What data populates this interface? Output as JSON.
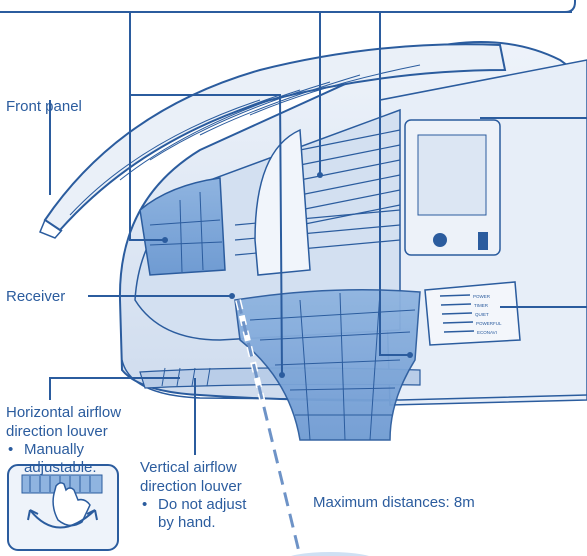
{
  "labels": {
    "front_panel": "Front panel",
    "receiver": "Receiver",
    "horizontal_louver": {
      "line1": "Horizontal airflow",
      "line2": "direction louver",
      "bullet": "•",
      "note_line1": "Manually",
      "note_line2": "adjustable."
    },
    "vertical_louver": {
      "line1": "Vertical airflow",
      "line2": "direction louver",
      "bullet": "•",
      "note_line1": "Do not adjust",
      "note_line2": "by hand."
    },
    "max_distance": "Maximum distances:  8m"
  },
  "panel_legend_lines": [
    "POWER",
    "TIMER",
    "QUIET",
    "POWERFUL",
    "ECONAVI"
  ],
  "colors": {
    "outline": "#2b5c9e",
    "unit_fill": "#e3ecf7",
    "filter_fill": "#7fa7d8",
    "text": "#2b5c9e"
  },
  "icons": [
    "hand-icon",
    "curved-arrow-icon"
  ]
}
